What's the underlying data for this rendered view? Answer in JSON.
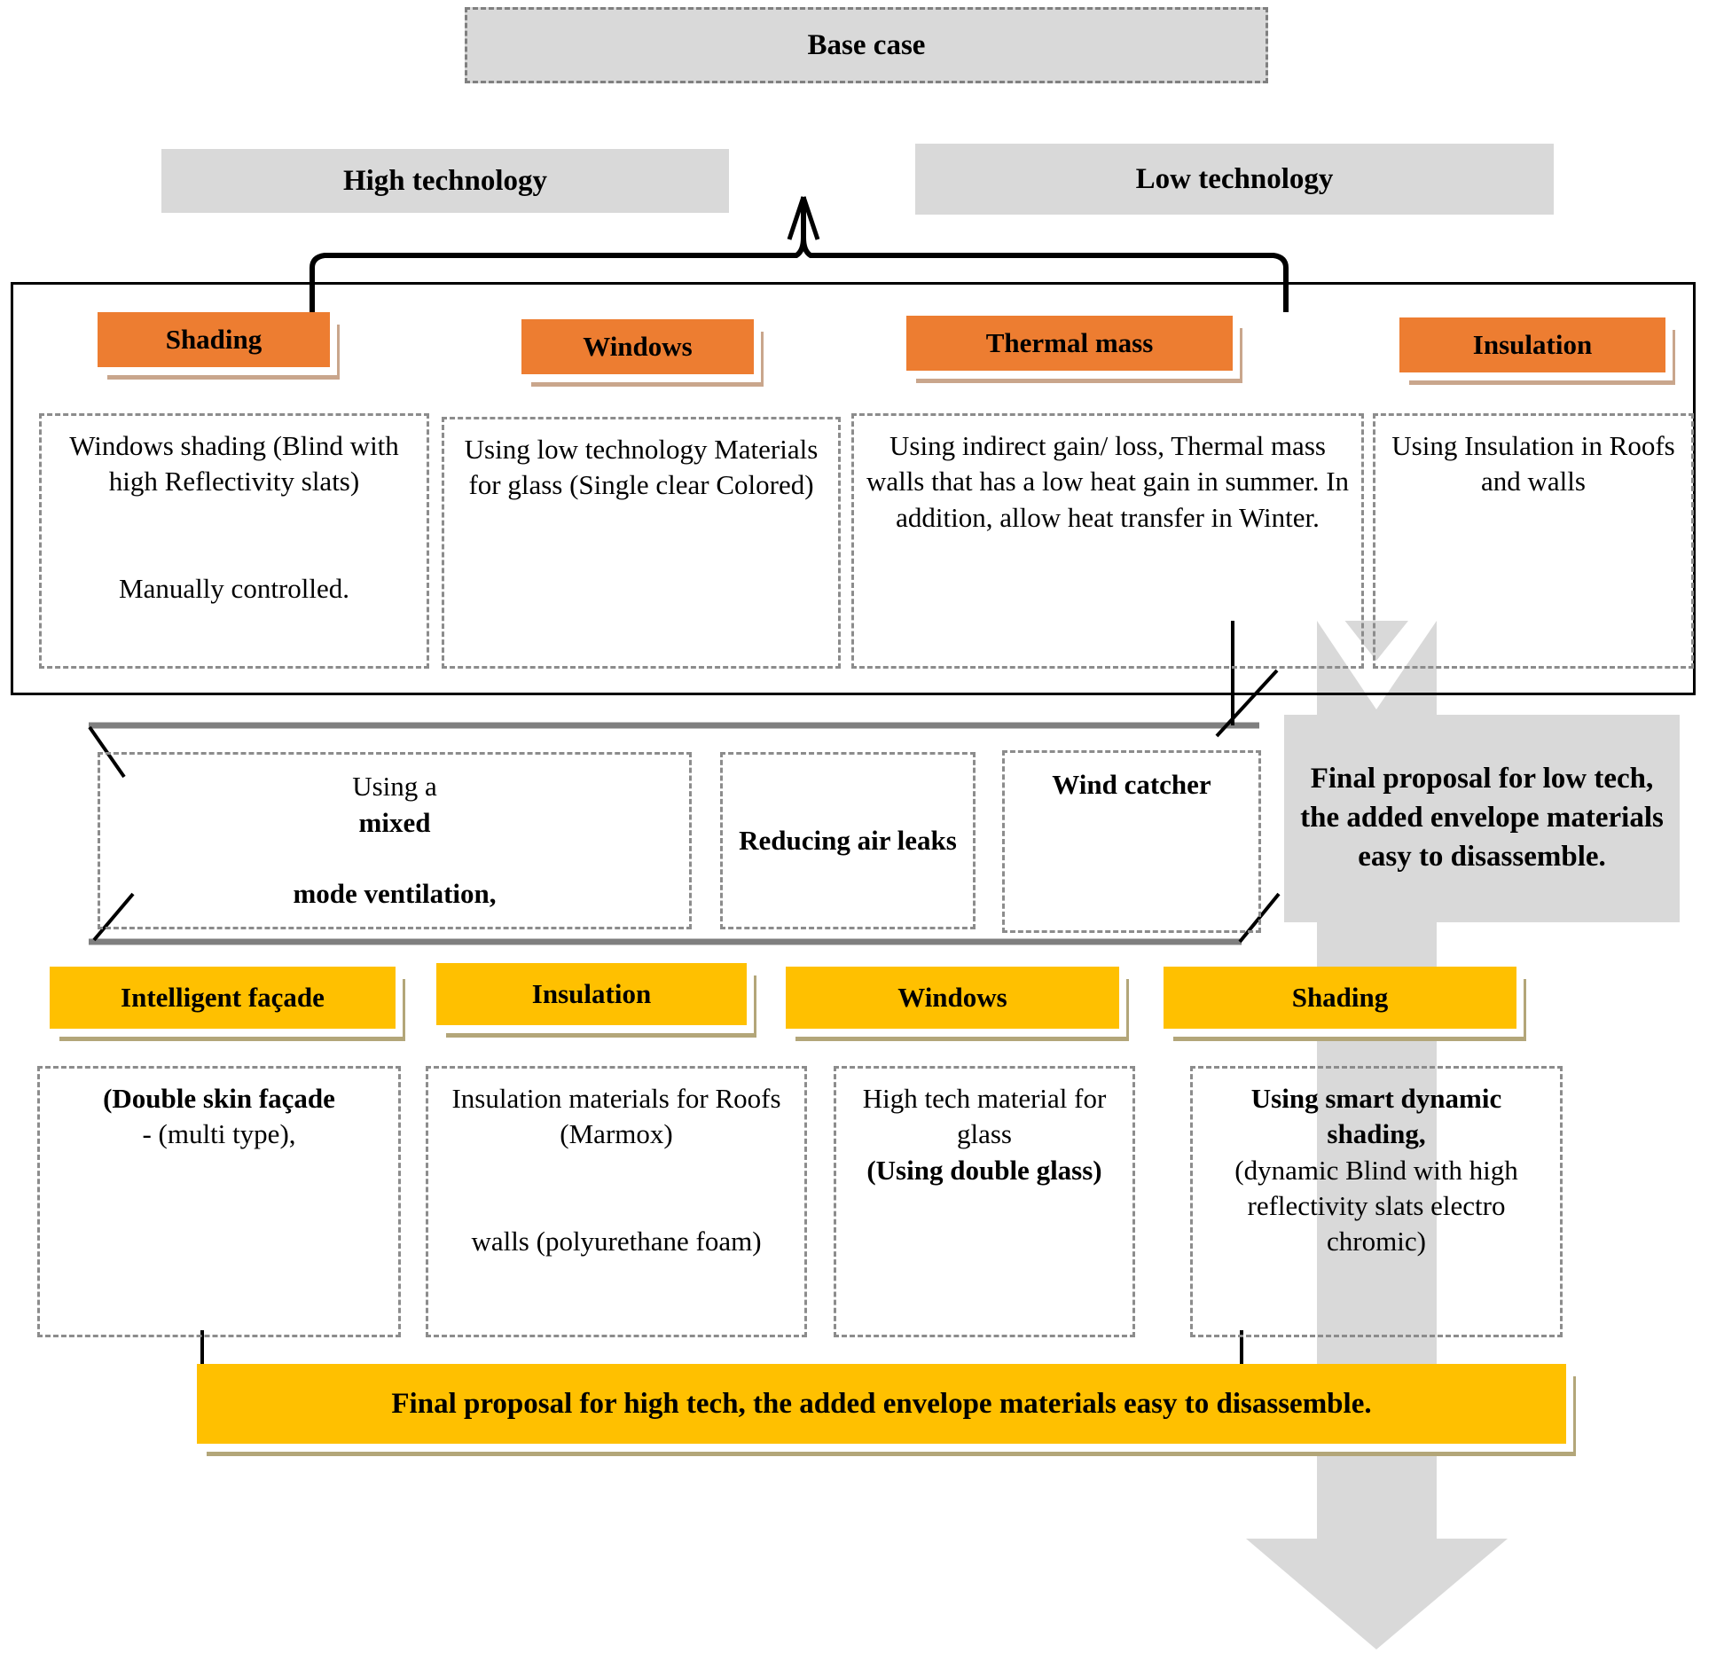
{
  "diagram": {
    "title_box": {
      "label": "Base case"
    },
    "branches": [
      {
        "label": "High technology"
      },
      {
        "label": "Low technology"
      }
    ],
    "low_tech_row": {
      "headers": [
        {
          "label": "Shading"
        },
        {
          "label": "Windows"
        },
        {
          "label": "Thermal mass"
        },
        {
          "label": "Insulation"
        }
      ],
      "details": [
        {
          "text": "Windows shading (Blind with high Reflectivity slats)",
          "text2": "Manually controlled."
        },
        {
          "text": "Using low technology Materials for glass (Single clear Colored)"
        },
        {
          "text": "Using indirect gain/ loss, Thermal mass walls that has a low heat gain in summer. In addition, allow heat transfer in Winter."
        },
        {
          "text": "Using Insulation in Roofs and walls"
        }
      ]
    },
    "middle_row": [
      {
        "plain1": "Using a ",
        "bold1": "mixed",
        "plain2": "",
        "bold2": "mode ventilation,"
      },
      {
        "label": "Reducing air leaks"
      },
      {
        "label": "Wind catcher"
      }
    ],
    "low_tech_conclusion": {
      "text": "Final proposal for low tech, the added envelope materials easy to disassemble."
    },
    "high_tech_row": {
      "headers": [
        {
          "label": "Intelligent façade"
        },
        {
          "label": "Insulation"
        },
        {
          "label": "Windows"
        },
        {
          "label": "Shading"
        }
      ],
      "details": [
        {
          "bold": "(Double skin façade",
          "plain": "- (multi type),"
        },
        {
          "plain": "Insulation materials for Roofs (Marmox)",
          "plain2": "walls (polyurethane foam)"
        },
        {
          "plain": "High tech material for glass ",
          "bold": "(Using double glass)"
        },
        {
          "bold": "Using smart dynamic shading,",
          "plain": "(dynamic Blind with high reflectivity slats electro chromic)"
        }
      ]
    },
    "high_tech_conclusion": {
      "text": "Final proposal for high tech, the added envelope materials easy to disassemble."
    },
    "colors": {
      "low_tech_accent": "#ED7D31",
      "high_tech_accent": "#FFC000",
      "neutral": "#D9D9D9",
      "dash_border": "#8C8C8C",
      "outline": "#000000"
    }
  }
}
